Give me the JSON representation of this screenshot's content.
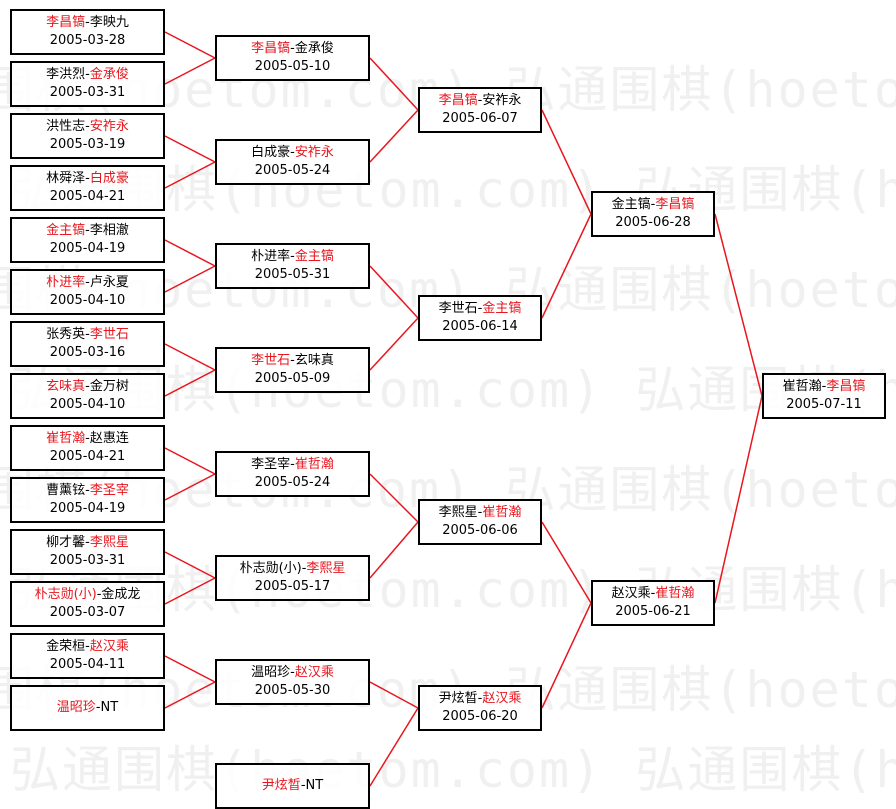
{
  "colors": {
    "winner": "#e8161e",
    "connector": "#e8161e",
    "border": "#000000",
    "text": "#000000"
  },
  "watermark_text": "弘通围棋(hoetom.com)",
  "rounds": [
    [
      {
        "p1": "李昌镐",
        "p2": "李映九",
        "winner": 1,
        "date": "2005-03-28"
      },
      {
        "p1": "李洪烈",
        "p2": "金承俊",
        "winner": 2,
        "date": "2005-03-31"
      },
      {
        "p1": "洪性志",
        "p2": "安祚永",
        "winner": 2,
        "date": "2005-03-19"
      },
      {
        "p1": "林舜泽",
        "p2": "白成豪",
        "winner": 2,
        "date": "2005-04-21"
      },
      {
        "p1": "金主镐",
        "p2": "李相澈",
        "winner": 1,
        "date": "2005-04-19"
      },
      {
        "p1": "朴进率",
        "p2": "卢永夏",
        "winner": 1,
        "date": "2005-04-10"
      },
      {
        "p1": "张秀英",
        "p2": "李世石",
        "winner": 2,
        "date": "2005-03-16"
      },
      {
        "p1": "玄味真",
        "p2": "金万树",
        "winner": 1,
        "date": "2005-04-10"
      },
      {
        "p1": "崔哲瀚",
        "p2": "赵惠连",
        "winner": 1,
        "date": "2005-04-21"
      },
      {
        "p1": "曹薰铉",
        "p2": "李圣宰",
        "winner": 2,
        "date": "2005-04-19"
      },
      {
        "p1": "柳才馨",
        "p2": "李熙星",
        "winner": 2,
        "date": "2005-03-31"
      },
      {
        "p1": "朴志勋(小)",
        "p2": "金成龙",
        "winner": 1,
        "date": "2005-03-07"
      },
      {
        "p1": "金荣桓",
        "p2": "赵汉乘",
        "winner": 2,
        "date": "2005-04-11"
      },
      {
        "p1": "温昭珍",
        "p2": "NT",
        "winner": 1,
        "date": ""
      }
    ],
    [
      {
        "p1": "李昌镐",
        "p2": "金承俊",
        "winner": 1,
        "date": "2005-05-10"
      },
      {
        "p1": "白成豪",
        "p2": "安祚永",
        "winner": 2,
        "date": "2005-05-24"
      },
      {
        "p1": "朴进率",
        "p2": "金主镐",
        "winner": 2,
        "date": "2005-05-31"
      },
      {
        "p1": "李世石",
        "p2": "玄味真",
        "winner": 1,
        "date": "2005-05-09"
      },
      {
        "p1": "李圣宰",
        "p2": "崔哲瀚",
        "winner": 2,
        "date": "2005-05-24"
      },
      {
        "p1": "朴志勋(小)",
        "p2": "李熙星",
        "winner": 2,
        "date": "2005-05-17"
      },
      {
        "p1": "温昭珍",
        "p2": "赵汉乘",
        "winner": 2,
        "date": "2005-05-30"
      },
      {
        "p1": "尹炫晳",
        "p2": "NT",
        "winner": 1,
        "date": ""
      }
    ],
    [
      {
        "p1": "李昌镐",
        "p2": "安祚永",
        "winner": 1,
        "date": "2005-06-07"
      },
      {
        "p1": "李世石",
        "p2": "金主镐",
        "winner": 2,
        "date": "2005-06-14"
      },
      {
        "p1": "李熙星",
        "p2": "崔哲瀚",
        "winner": 2,
        "date": "2005-06-06"
      },
      {
        "p1": "尹炫晳",
        "p2": "赵汉乘",
        "winner": 2,
        "date": "2005-06-20"
      }
    ],
    [
      {
        "p1": "金主镐",
        "p2": "李昌镐",
        "winner": 2,
        "date": "2005-06-28"
      },
      {
        "p1": "赵汉乘",
        "p2": "崔哲瀚",
        "winner": 2,
        "date": "2005-06-21"
      }
    ],
    [
      {
        "p1": "崔哲瀚",
        "p2": "李昌镐",
        "winner": 2,
        "date": "2005-07-11"
      }
    ]
  ]
}
